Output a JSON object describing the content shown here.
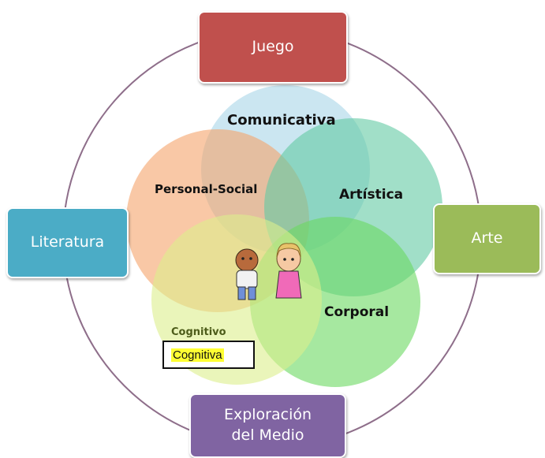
{
  "colors": {
    "outer_ring": "#8e6e8a",
    "juego": "#c0504d",
    "literatura": "#4bacc6",
    "arte": "#9bbb59",
    "exploracion": "#8064a2",
    "comunicativa_circle": "#a9d5e8",
    "personal_social_circle": "#f5a46a",
    "artistica_circle": "#62c9a4",
    "corporal_circle": "#6ad861",
    "cognitiva_circle": "#dcee8c",
    "highlight": "#ffff33"
  },
  "outer_boxes": {
    "juego": "Juego",
    "literatura": "Literatura",
    "arte": "Arte",
    "exploracion_line1": "Exploración",
    "exploracion_line2": "del Medio"
  },
  "circle_labels": {
    "comunicativa": "Comunicativa",
    "personal_social": "Personal-Social",
    "artistica": "Artística",
    "corporal": "Corporal",
    "cognitivo": "Cognitivo"
  },
  "cognitiva_tag": "Cognitiva",
  "icons": {
    "center": "children-figures-icon"
  }
}
